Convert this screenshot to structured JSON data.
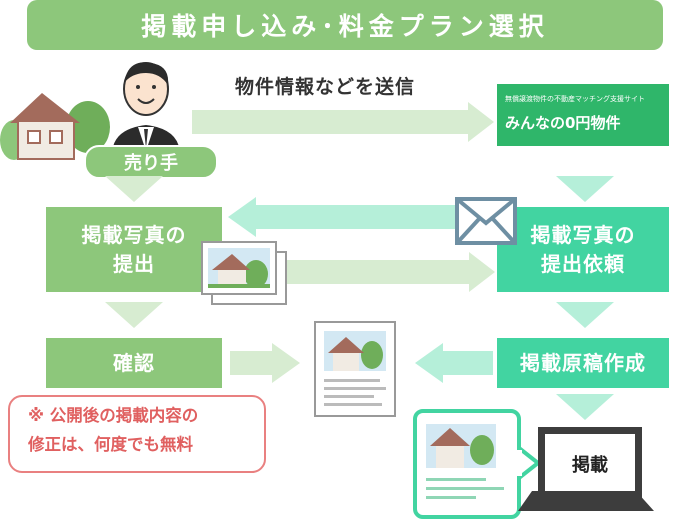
{
  "title": "掲載申し込み･料金プラン選択",
  "seller_label": "売り手",
  "send_info_label": "物件情報などを送信",
  "logo": {
    "tagline": "無償譲渡物件の不動産マッチング支援サイト",
    "name": "みんなの0円物件"
  },
  "steps": {
    "submit_photos": [
      "掲載写真の",
      "提出"
    ],
    "request_photos": [
      "掲載写真の",
      "提出依頼"
    ],
    "confirm": "確認",
    "create_draft": "掲載原稿作成",
    "publish": "掲載"
  },
  "note": [
    "※ 公開後の掲載内容の",
    "修正は、何度でも無料"
  ],
  "colors": {
    "light_green": "#8dc77b",
    "teal_green": "#42d4a1",
    "arrow_light": "#d7ecd1",
    "arrow_teal": "#b5efd9",
    "note_red": "#e98080",
    "logo_green": "#2fb66a"
  }
}
